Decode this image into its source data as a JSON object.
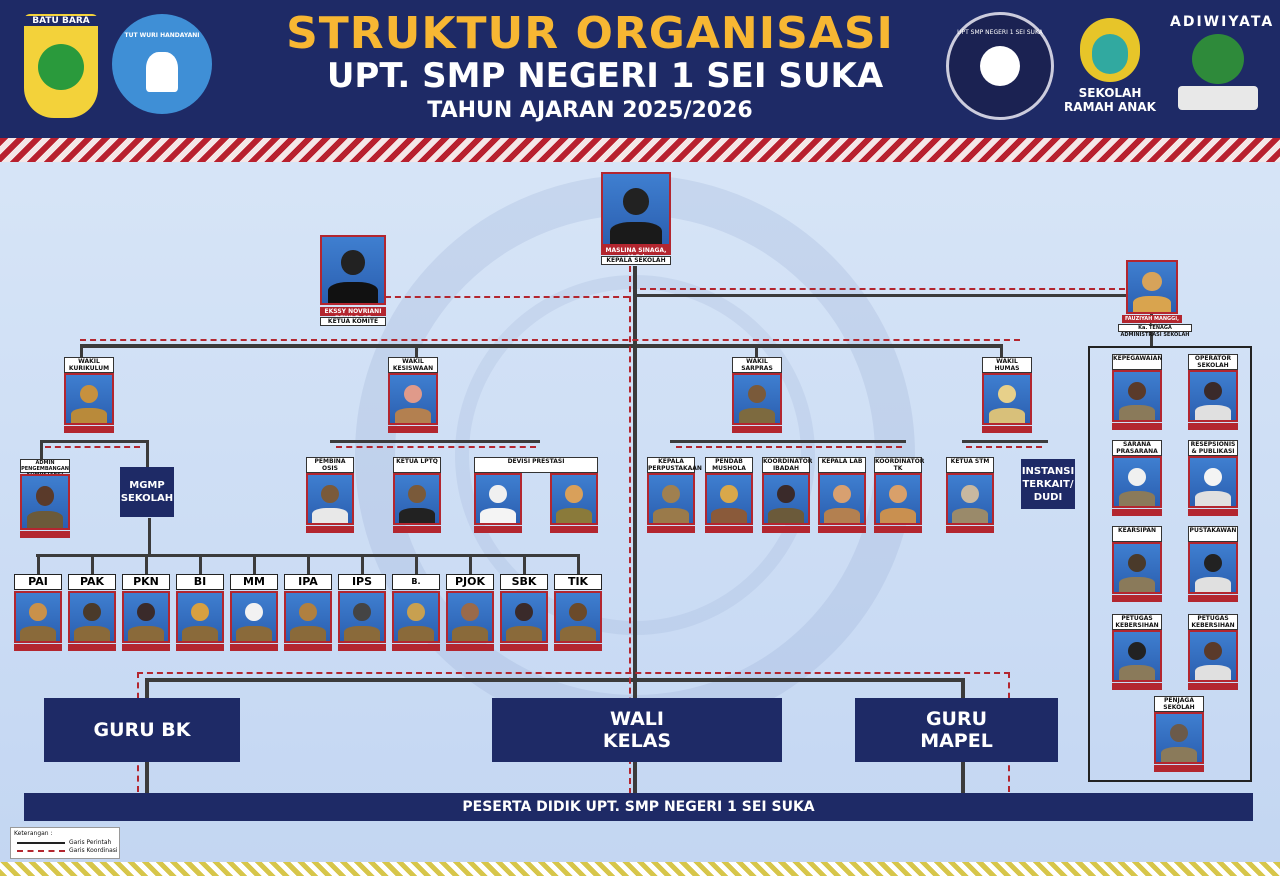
{
  "header": {
    "title": "STRUKTUR ORGANISASI",
    "school": "UPT. SMP NEGERI 1 SEI SUKA",
    "year": "TAHUN AJARAN 2025/2026",
    "logo_left_1": "BATU BARA",
    "logo_left_2": "TUT WURI HANDAYANI",
    "logo_right_1": "UPT SMP NEGERI 1 SEI SUKA",
    "logo_right_2": "SEKOLAH RAMAH ANAK",
    "logo_right_3": "ADIWIYATA"
  },
  "colors": {
    "navy": "#1e2a66",
    "gold": "#f7b733",
    "red": "#b3262f"
  },
  "head": {
    "name": "MASLINA SINAGA, M.Pd",
    "role": "KEPALA SEKOLAH"
  },
  "komite": {
    "name": "EKSSY NOVRIANI DEWI P, SE",
    "role": "KETUA KOMITE"
  },
  "tu": {
    "name": "FAUZIYAH MANGGI, S.Pd",
    "role": "Ka. TENAGA ADMINISTRASI SEKOLAH"
  },
  "wakil": [
    {
      "role": "WAKIL KURIKULUM"
    },
    {
      "role": "WAKIL KESISWAAN"
    },
    {
      "role": "WAKIL SARPRAS"
    },
    {
      "role": "WAKIL HUMAS"
    }
  ],
  "level3": [
    {
      "role": "ADMIN PENGEMBANGAN KOMPETENSI GURU"
    },
    {
      "role": "PEMBINA OSIS"
    },
    {
      "role": "KETUA LPTQ"
    },
    {
      "role": "DEVISI PRESTASI"
    },
    {
      "role": "KEPALA PERPUSTAKAAN"
    },
    {
      "role": "PENDAB MUSHOLA"
    },
    {
      "role": "KOORDINATOR IBADAH"
    },
    {
      "role": "KEPALA LAB"
    },
    {
      "role": "KOORDINATOR TK"
    },
    {
      "role": "KETUA STM"
    }
  ],
  "mgmp": "MGMP SEKOLAH",
  "instansi": "INSTANSI TERKAIT/ DUDI",
  "subjects": [
    "PAI",
    "PAK",
    "PKN",
    "BI",
    "MM",
    "IPA",
    "IPS",
    "B. INGGRIS",
    "PJOK",
    "SBK",
    "TIK"
  ],
  "staff": [
    {
      "role": "KEPEGAWAIAN"
    },
    {
      "role": "OPERATOR SEKOLAH"
    },
    {
      "role": "SARANA PRASARANA"
    },
    {
      "role": "RESEPSIONIS & PUBLIKASI"
    },
    {
      "role": "KEARSIPAN"
    },
    {
      "role": "PUSTAKAWAN"
    },
    {
      "role": "PETUGAS KEBERSIHAN"
    },
    {
      "role": "PETUGAS KEBERSIHAN"
    },
    {
      "role": "PENJAGA SEKOLAH"
    }
  ],
  "bottom_boxes": {
    "guru_bk": "GURU BK",
    "wali_kelas": "WALI KELAS",
    "guru_mapel": "GURU MAPEL"
  },
  "students": "PESERTA DIDIK UPT. SMP NEGERI 1 SEI SUKA",
  "legend": {
    "title": "Keterangan :",
    "command": "Garis Perintah",
    "coordination": "Garis Koordinasi"
  }
}
